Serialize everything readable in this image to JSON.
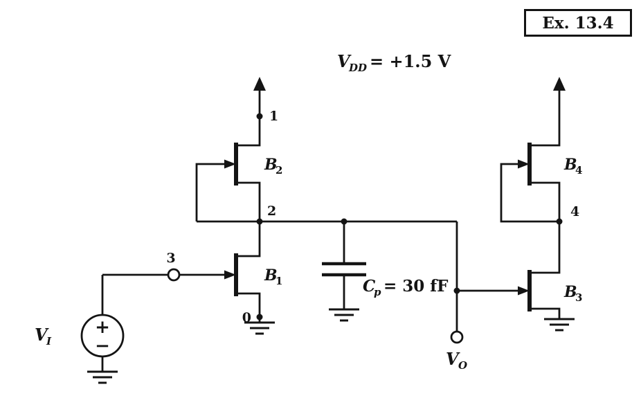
{
  "figure": {
    "example_tag": "Ex. 13.4",
    "supply_label": {
      "sym": "V",
      "sub": "DD",
      "rest": "= +1.5 V"
    },
    "capacitor_label": {
      "sym": "C",
      "sub": "p",
      "rest": "= 30 fF"
    },
    "input_label": {
      "sym": "V",
      "sub": "I"
    },
    "output_label": {
      "sym": "V",
      "sub": "O"
    },
    "transistor_labels": {
      "b1": {
        "sym": "B",
        "sub": "1"
      },
      "b2": {
        "sym": "B",
        "sub": "2"
      },
      "b3": {
        "sym": "B",
        "sub": "3"
      },
      "b4": {
        "sym": "B",
        "sub": "4"
      }
    },
    "node_labels": {
      "n0": "0",
      "n1": "1",
      "n2": "2",
      "n3": "3",
      "n4": "4"
    },
    "source_polarity": {
      "plus": "+",
      "minus": "−"
    },
    "colors": {
      "ink": "#141414",
      "paper": "#ffffff"
    }
  }
}
